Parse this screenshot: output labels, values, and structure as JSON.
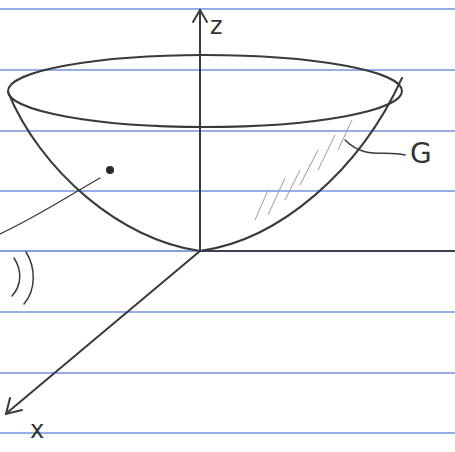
{
  "diagram": {
    "labels": [
      "z",
      "x",
      "G"
    ]
  }
}
